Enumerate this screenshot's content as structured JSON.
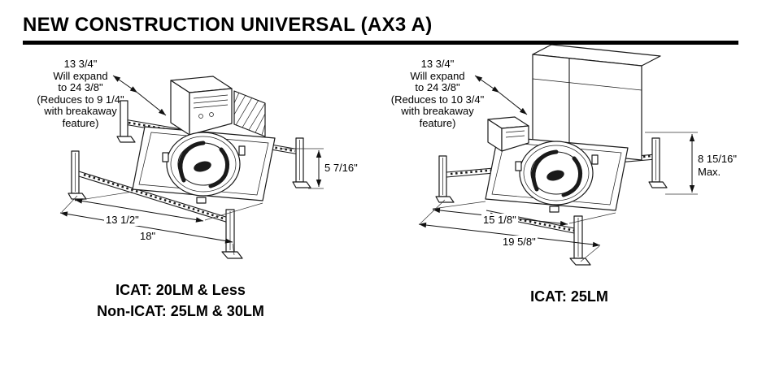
{
  "title": "NEW CONSTRUCTION UNIVERSAL (AX3 A)",
  "colors": {
    "line": "#1a1a1a",
    "text": "#000000",
    "background": "#ffffff"
  },
  "left_fixture": {
    "expand_note": [
      "13 3/4\"",
      "Will expand",
      "to 24 3/8\"",
      "(Reduces to 9 1/4\"",
      "with breakaway",
      "feature)"
    ],
    "height_dim": "5 7/16\"",
    "inner_width_dim": "13 1/2\"",
    "outer_width_dim": "18\"",
    "caption": [
      "ICAT: 20LM & Less",
      "Non-ICAT: 25LM & 30LM"
    ]
  },
  "right_fixture": {
    "expand_note": [
      "13 3/4\"",
      "Will expand",
      "to 24 3/8\"",
      "(Reduces to 10 3/4\"",
      "with breakaway",
      "feature)"
    ],
    "height_dim": "8 15/16\"",
    "height_dim_note": "Max.",
    "inner_width_dim": "15 1/8\"",
    "outer_width_dim": "19 5/8\"",
    "caption": [
      "ICAT: 25LM"
    ]
  }
}
